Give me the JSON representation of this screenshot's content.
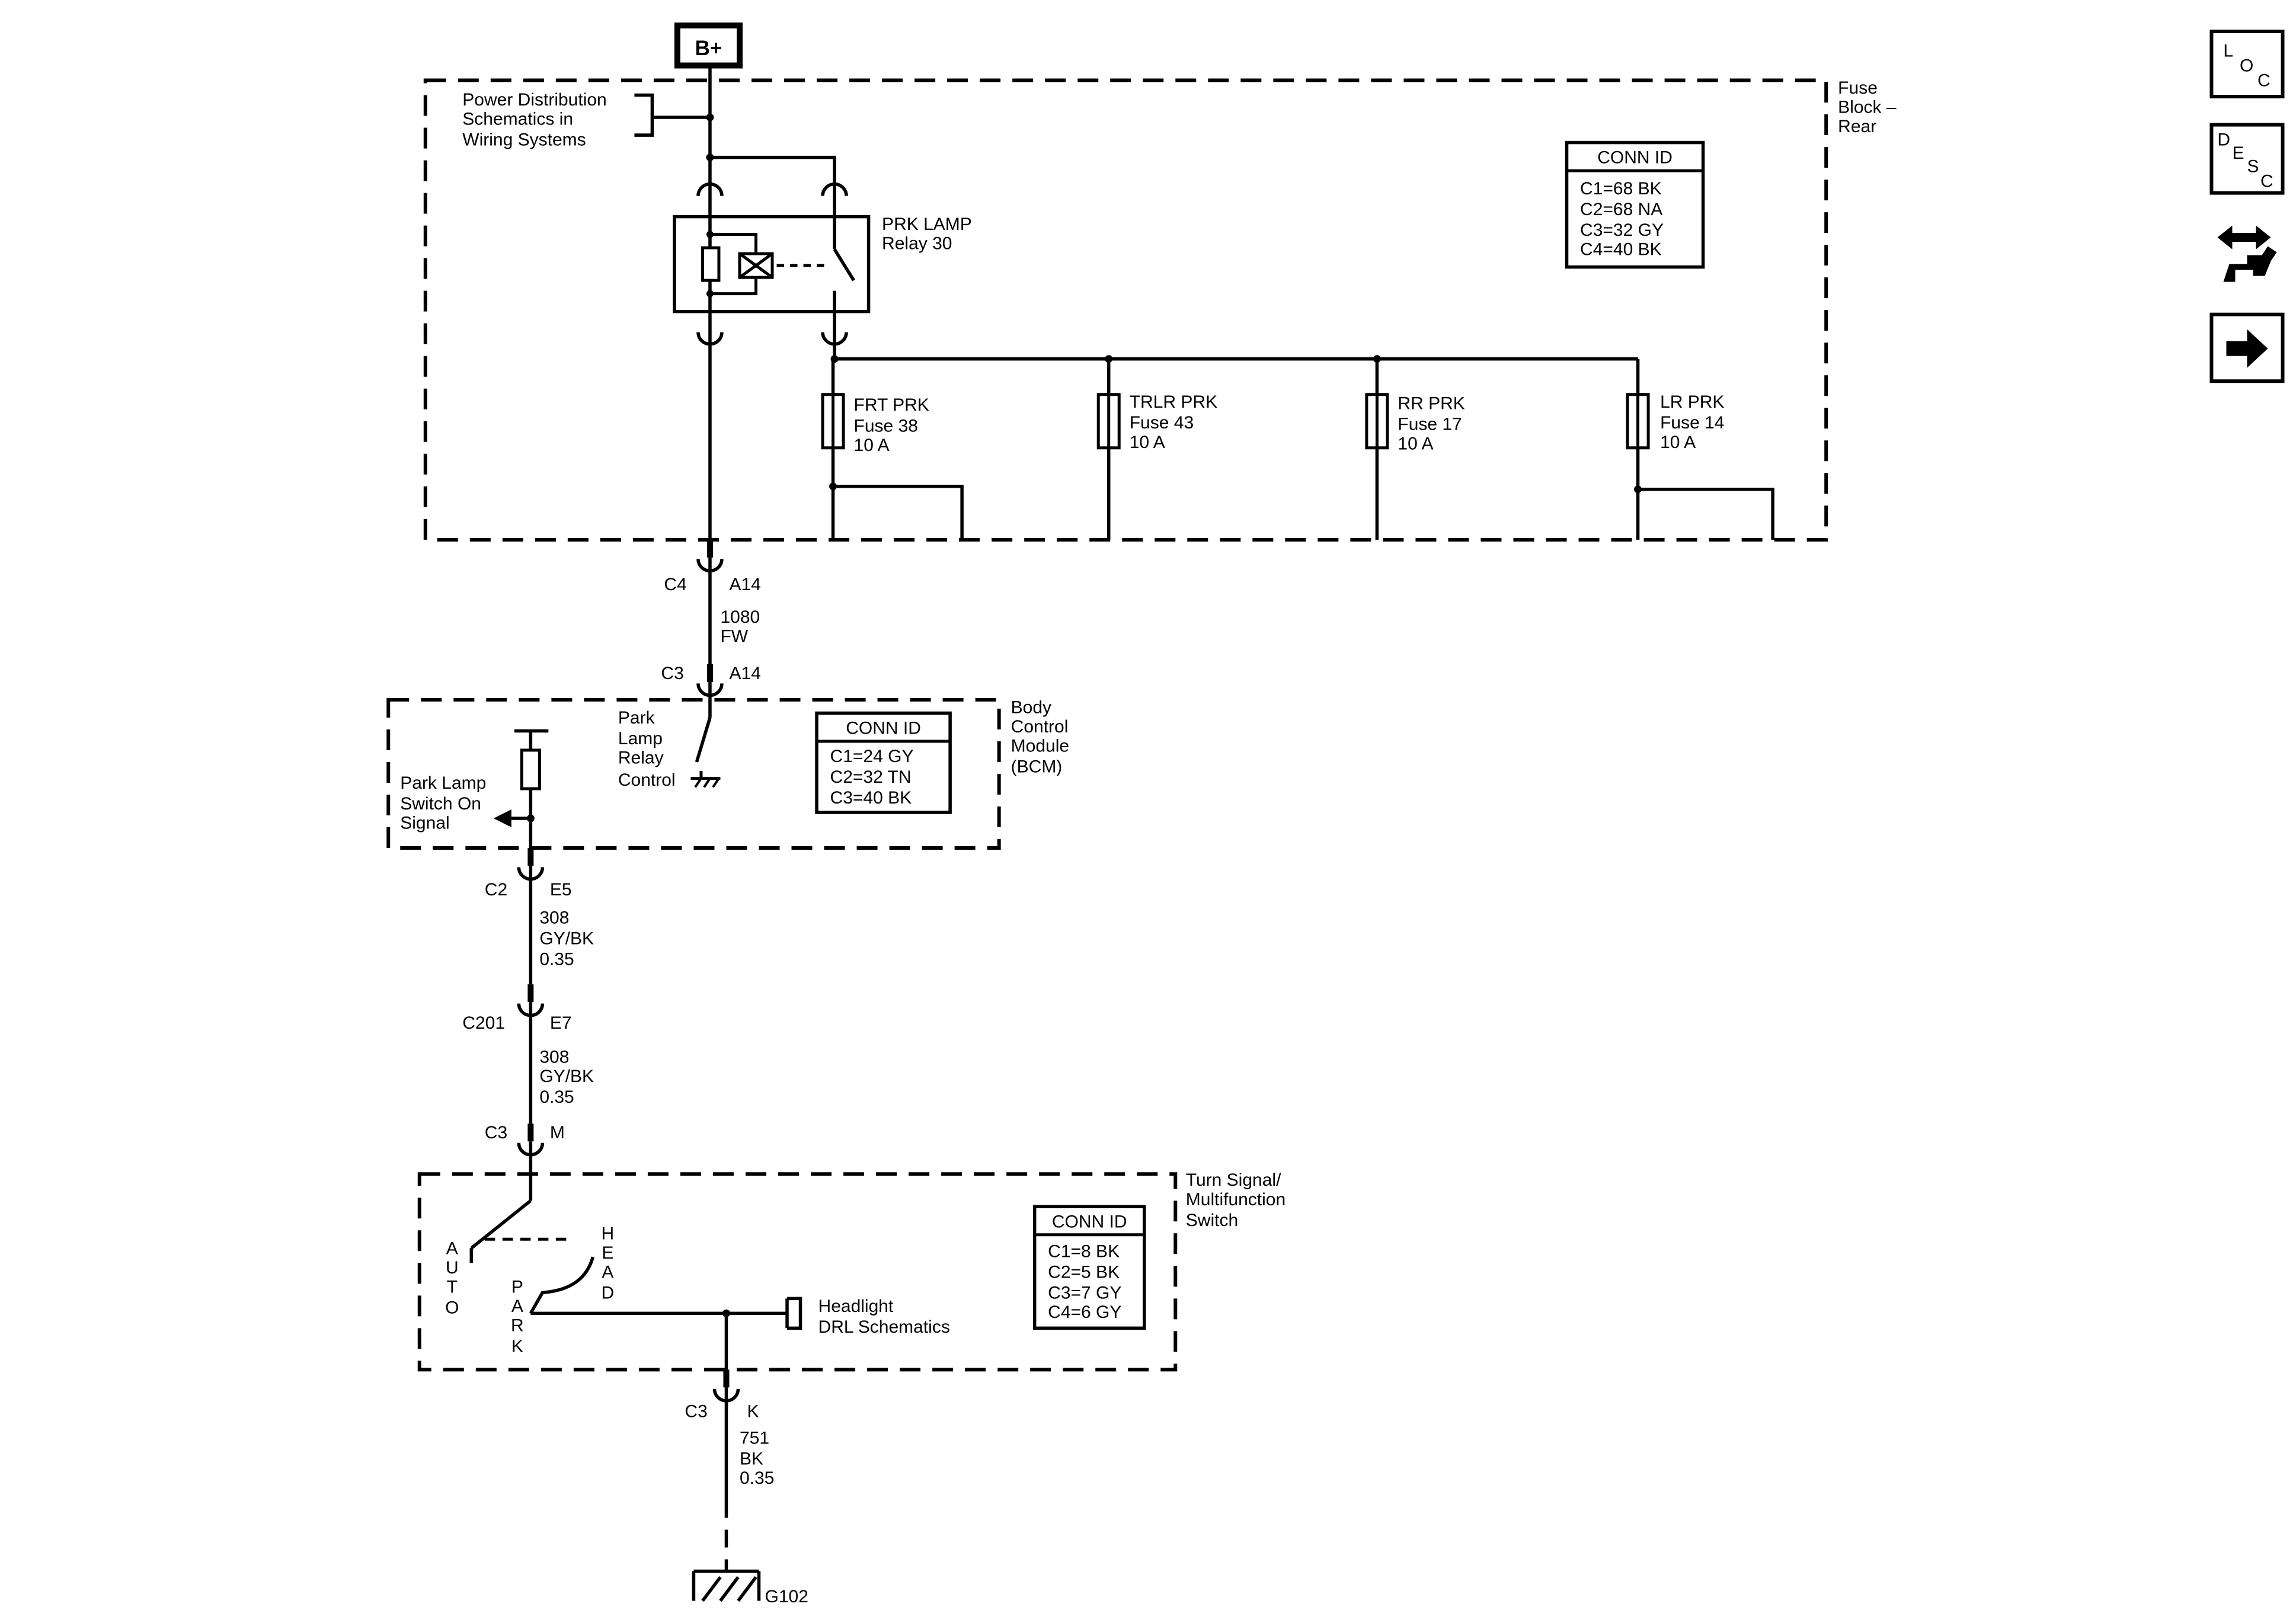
{
  "power": {
    "label": "B+"
  },
  "fuse_block": {
    "title_lines": [
      "Fuse",
      "Block –",
      "Rear"
    ],
    "power_dist_lines": [
      "Power Distribution",
      "Schematics in",
      "Wiring Systems"
    ],
    "relay_lines": [
      "PRK LAMP",
      "Relay 30"
    ],
    "conn_id": {
      "title": "CONN ID",
      "rows": [
        "C1=68 BK",
        "C2=68 NA",
        "C3=32 GY",
        "C4=40 BK"
      ]
    },
    "fuses": [
      {
        "lines": [
          "FRT PRK",
          "Fuse 38",
          "10 A"
        ]
      },
      {
        "lines": [
          "TRLR PRK",
          "Fuse 43",
          "10 A"
        ]
      },
      {
        "lines": [
          "RR PRK",
          "Fuse 17",
          "10 A"
        ]
      },
      {
        "lines": [
          "LR PRK",
          "Fuse 14",
          "10 A"
        ]
      }
    ]
  },
  "conn_c4": {
    "conn": "C4",
    "pin": "A14"
  },
  "wire_1080": [
    "1080",
    "FW"
  ],
  "conn_c3_bcm": {
    "conn": "C3",
    "pin": "A14"
  },
  "bcm": {
    "title_lines": [
      "Body",
      "Control",
      "Module",
      "(BCM)"
    ],
    "relay_ctrl_lines": [
      "Park",
      "Lamp",
      "Relay",
      "Control"
    ],
    "switch_signal_lines": [
      "Park Lamp",
      "Switch On",
      "Signal"
    ],
    "conn_id": {
      "title": "CONN ID",
      "rows": [
        "C1=24 GY",
        "C2=32 TN",
        "C3=40 BK"
      ]
    }
  },
  "conn_c2": {
    "conn": "C2",
    "pin": "E5"
  },
  "wire_308_a": [
    "308",
    "GY/BK",
    "0.35"
  ],
  "conn_c201": {
    "conn": "C201",
    "pin": "E7"
  },
  "wire_308_b": [
    "308",
    "GY/BK",
    "0.35"
  ],
  "conn_c3_m": {
    "conn": "C3",
    "pin": "M"
  },
  "tsm": {
    "title_lines": [
      "Turn Signal/",
      "Multifunction",
      "Switch"
    ],
    "auto_letters": [
      "A",
      "U",
      "T",
      "O"
    ],
    "park_letters": [
      "P",
      "A",
      "R",
      "K"
    ],
    "head_letters": [
      "H",
      "E",
      "A",
      "D"
    ],
    "headlight_lines": [
      "Headlight",
      "DRL Schematics"
    ],
    "conn_id": {
      "title": "CONN ID",
      "rows": [
        "C1=8 BK",
        "C2=5 BK",
        "C3=7 GY",
        "C4=6 GY"
      ]
    }
  },
  "conn_c3_k": {
    "conn": "C3",
    "pin": "K"
  },
  "wire_751": [
    "751",
    "BK",
    "0.35"
  ],
  "ground": {
    "label": "G102"
  },
  "side_buttons": {
    "loc": [
      "L",
      "O",
      "C"
    ],
    "desc": [
      "D",
      "E",
      "S",
      "C"
    ]
  },
  "icons": [
    "loc-icon",
    "desc-icon",
    "connector-tools-icon",
    "next-arrow-icon"
  ]
}
